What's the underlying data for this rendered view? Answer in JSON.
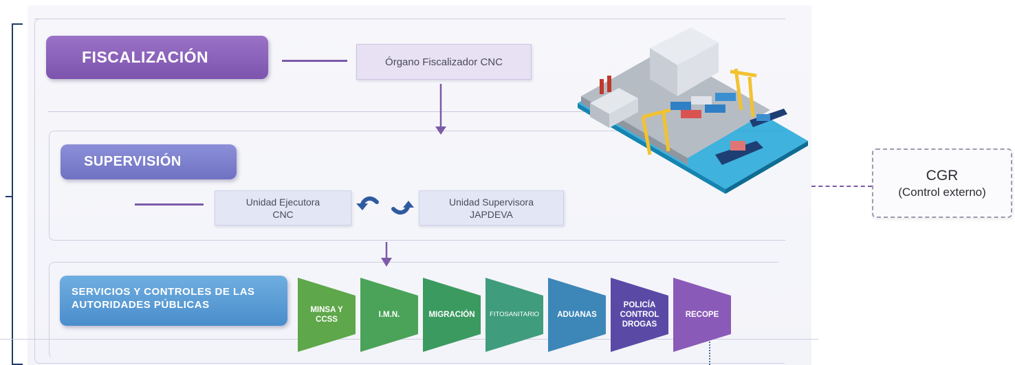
{
  "fiscalizacion": {
    "title": "FISCALIZACIÓN",
    "body": "Órgano Fiscalizador CNC"
  },
  "supervision": {
    "title": "SUPERVISIÓN",
    "left_unit": [
      "Unidad Ejecutora",
      "CNC"
    ],
    "right_unit": [
      "Unidad Supervisora",
      "JAPDEVA"
    ]
  },
  "services": {
    "title": [
      "SERVICIOS Y CONTROLES DE LAS",
      "AUTORIDADES PÚBLICAS"
    ],
    "agencies": [
      {
        "label": [
          "MINSA Y",
          "CCSS"
        ],
        "color": "#5ea74a"
      },
      {
        "label": [
          "I.M.N."
        ],
        "color": "#4aa358"
      },
      {
        "label": [
          "MIGRACIÓN"
        ],
        "color": "#3b9a60"
      },
      {
        "label": [
          "FITOSANITARIO"
        ],
        "color": "#3f9c7d"
      },
      {
        "label": [
          "ADUANAS"
        ],
        "color": "#3d86b8"
      },
      {
        "label": [
          "POLICÍA",
          "CONTROL",
          "DROGAS"
        ],
        "color": "#5a4aa6"
      },
      {
        "label": [
          "RECOPE"
        ],
        "color": "#8a5ab8"
      }
    ]
  },
  "external": {
    "title": "CGR",
    "subtitle": "(Control externo)"
  },
  "colors": {
    "fiscalizacion": "#8a62bb",
    "supervision": "#7c80cc",
    "services": "#5b9dd6",
    "connector": "#7c5aa8"
  }
}
